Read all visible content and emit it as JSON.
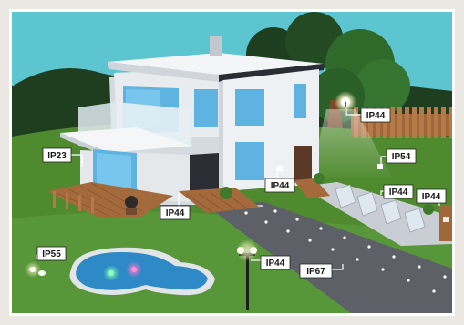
{
  "scene": {
    "labels": [
      {
        "id": "ip23",
        "text": "IP23"
      },
      {
        "id": "ip44-garden-light",
        "text": "IP44"
      },
      {
        "id": "ip54",
        "text": "IP54"
      },
      {
        "id": "ip44-door",
        "text": "IP44"
      },
      {
        "id": "ip44-patio",
        "text": "IP44"
      },
      {
        "id": "ip44-fence-lights",
        "text": "IP44"
      },
      {
        "id": "ip44-gate-post",
        "text": "IP44"
      },
      {
        "id": "ip55",
        "text": "IP55"
      },
      {
        "id": "ip44-lamp-post",
        "text": "IP44"
      },
      {
        "id": "ip67",
        "text": "IP67"
      }
    ]
  },
  "colors": {
    "sky": "#5cc5cf",
    "lawn": "#4f8a2f",
    "house": "#e9ecef",
    "window": "#5fb3e0",
    "hill": "#1f3d1f",
    "path": "#5d6066",
    "deck": "#a46a3c",
    "pool": "#2e89c7",
    "fence": "#a0673a"
  }
}
